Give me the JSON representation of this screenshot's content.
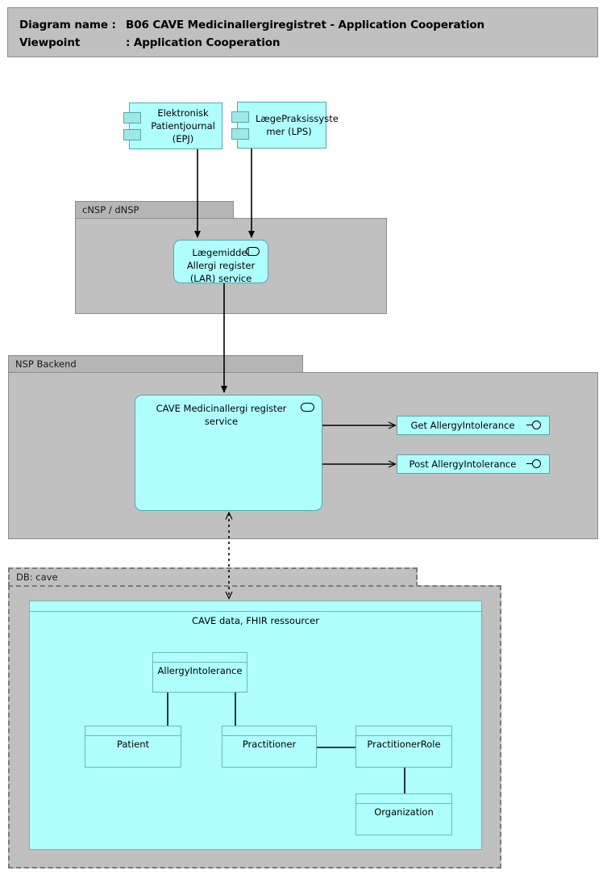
{
  "header": {
    "line1_label": "Diagram name :",
    "line1_value": "B06 CAVE Medicinallergiregistret - Application Cooperation",
    "line2_label": "Viewpoint",
    "line2_value": ": Application Cooperation"
  },
  "colors": {
    "element_fill": "#B0FFFF",
    "element_border": "#55A8A8",
    "group_fill": "#C0C0C0",
    "group_tab_fill": "#B5B5B5",
    "group_border": "#8C8C8C",
    "header_fill": "#C0C0C0",
    "line": "#000000"
  },
  "components": [
    {
      "id": "epj",
      "name": "Elektronisk Patientjournal (EPJ)",
      "lines": [
        "Elektronisk",
        "Patientjournal",
        "(EPJ)"
      ]
    },
    {
      "id": "lps",
      "name": "LægePraksissystemer (LPS)",
      "lines": [
        "LægePraksissyste",
        "mer (LPS)"
      ]
    }
  ],
  "groups": [
    {
      "id": "cnsp",
      "label": "cNSP / dNSP",
      "style": "solid"
    },
    {
      "id": "nsp_backend",
      "label": "NSP Backend",
      "style": "solid"
    },
    {
      "id": "db_cave",
      "label": "DB: cave",
      "style": "dashed"
    }
  ],
  "services": [
    {
      "id": "lar",
      "name": "Lægemiddel Allergi register (LAR) service",
      "lines": [
        "Lægemiddel",
        "Allergi register",
        "(LAR) service"
      ],
      "icon": "application-service-oval-icon"
    },
    {
      "id": "cave_service",
      "name": "CAVE Medicinallergi register service",
      "lines": [
        "CAVE Medicinallergi register service"
      ],
      "icon": "application-service-oval-icon"
    }
  ],
  "interfaces": [
    {
      "id": "get_allergy",
      "label": "Get AllergyIntolerance",
      "icon": "provided-interface-lollipop-icon"
    },
    {
      "id": "post_allergy",
      "label": "Post AllergyIntolerance",
      "icon": "provided-interface-lollipop-icon"
    }
  ],
  "data_container": {
    "id": "cave_data",
    "label": "CAVE data, FHIR ressourcer"
  },
  "entities": [
    {
      "id": "allergyintolerance",
      "label": "AllergyIntolerance"
    },
    {
      "id": "patient",
      "label": "Patient"
    },
    {
      "id": "practitioner",
      "label": "Practitioner"
    },
    {
      "id": "practitionerrole",
      "label": "PractitionerRole"
    },
    {
      "id": "organization",
      "label": "Organization"
    }
  ],
  "connections": [
    {
      "from": "epj",
      "to": "lar",
      "style": "solid",
      "arrow": "end"
    },
    {
      "from": "lps",
      "to": "lar",
      "style": "solid",
      "arrow": "end"
    },
    {
      "from": "lar",
      "to": "cave_service",
      "style": "solid",
      "arrow": "end"
    },
    {
      "from": "cave_service",
      "to": "get_allergy",
      "style": "solid",
      "arrow": "end"
    },
    {
      "from": "cave_service",
      "to": "post_allergy",
      "style": "solid",
      "arrow": "end"
    },
    {
      "from": "cave_service",
      "to": "cave_data",
      "style": "dashed",
      "arrow": "both"
    },
    {
      "from": "allergyintolerance",
      "to": "patient",
      "style": "solid",
      "arrow": "none"
    },
    {
      "from": "allergyintolerance",
      "to": "practitioner",
      "style": "solid",
      "arrow": "none"
    },
    {
      "from": "practitioner",
      "to": "practitionerrole",
      "style": "solid",
      "arrow": "none"
    },
    {
      "from": "practitionerrole",
      "to": "organization",
      "style": "solid",
      "arrow": "none"
    }
  ]
}
